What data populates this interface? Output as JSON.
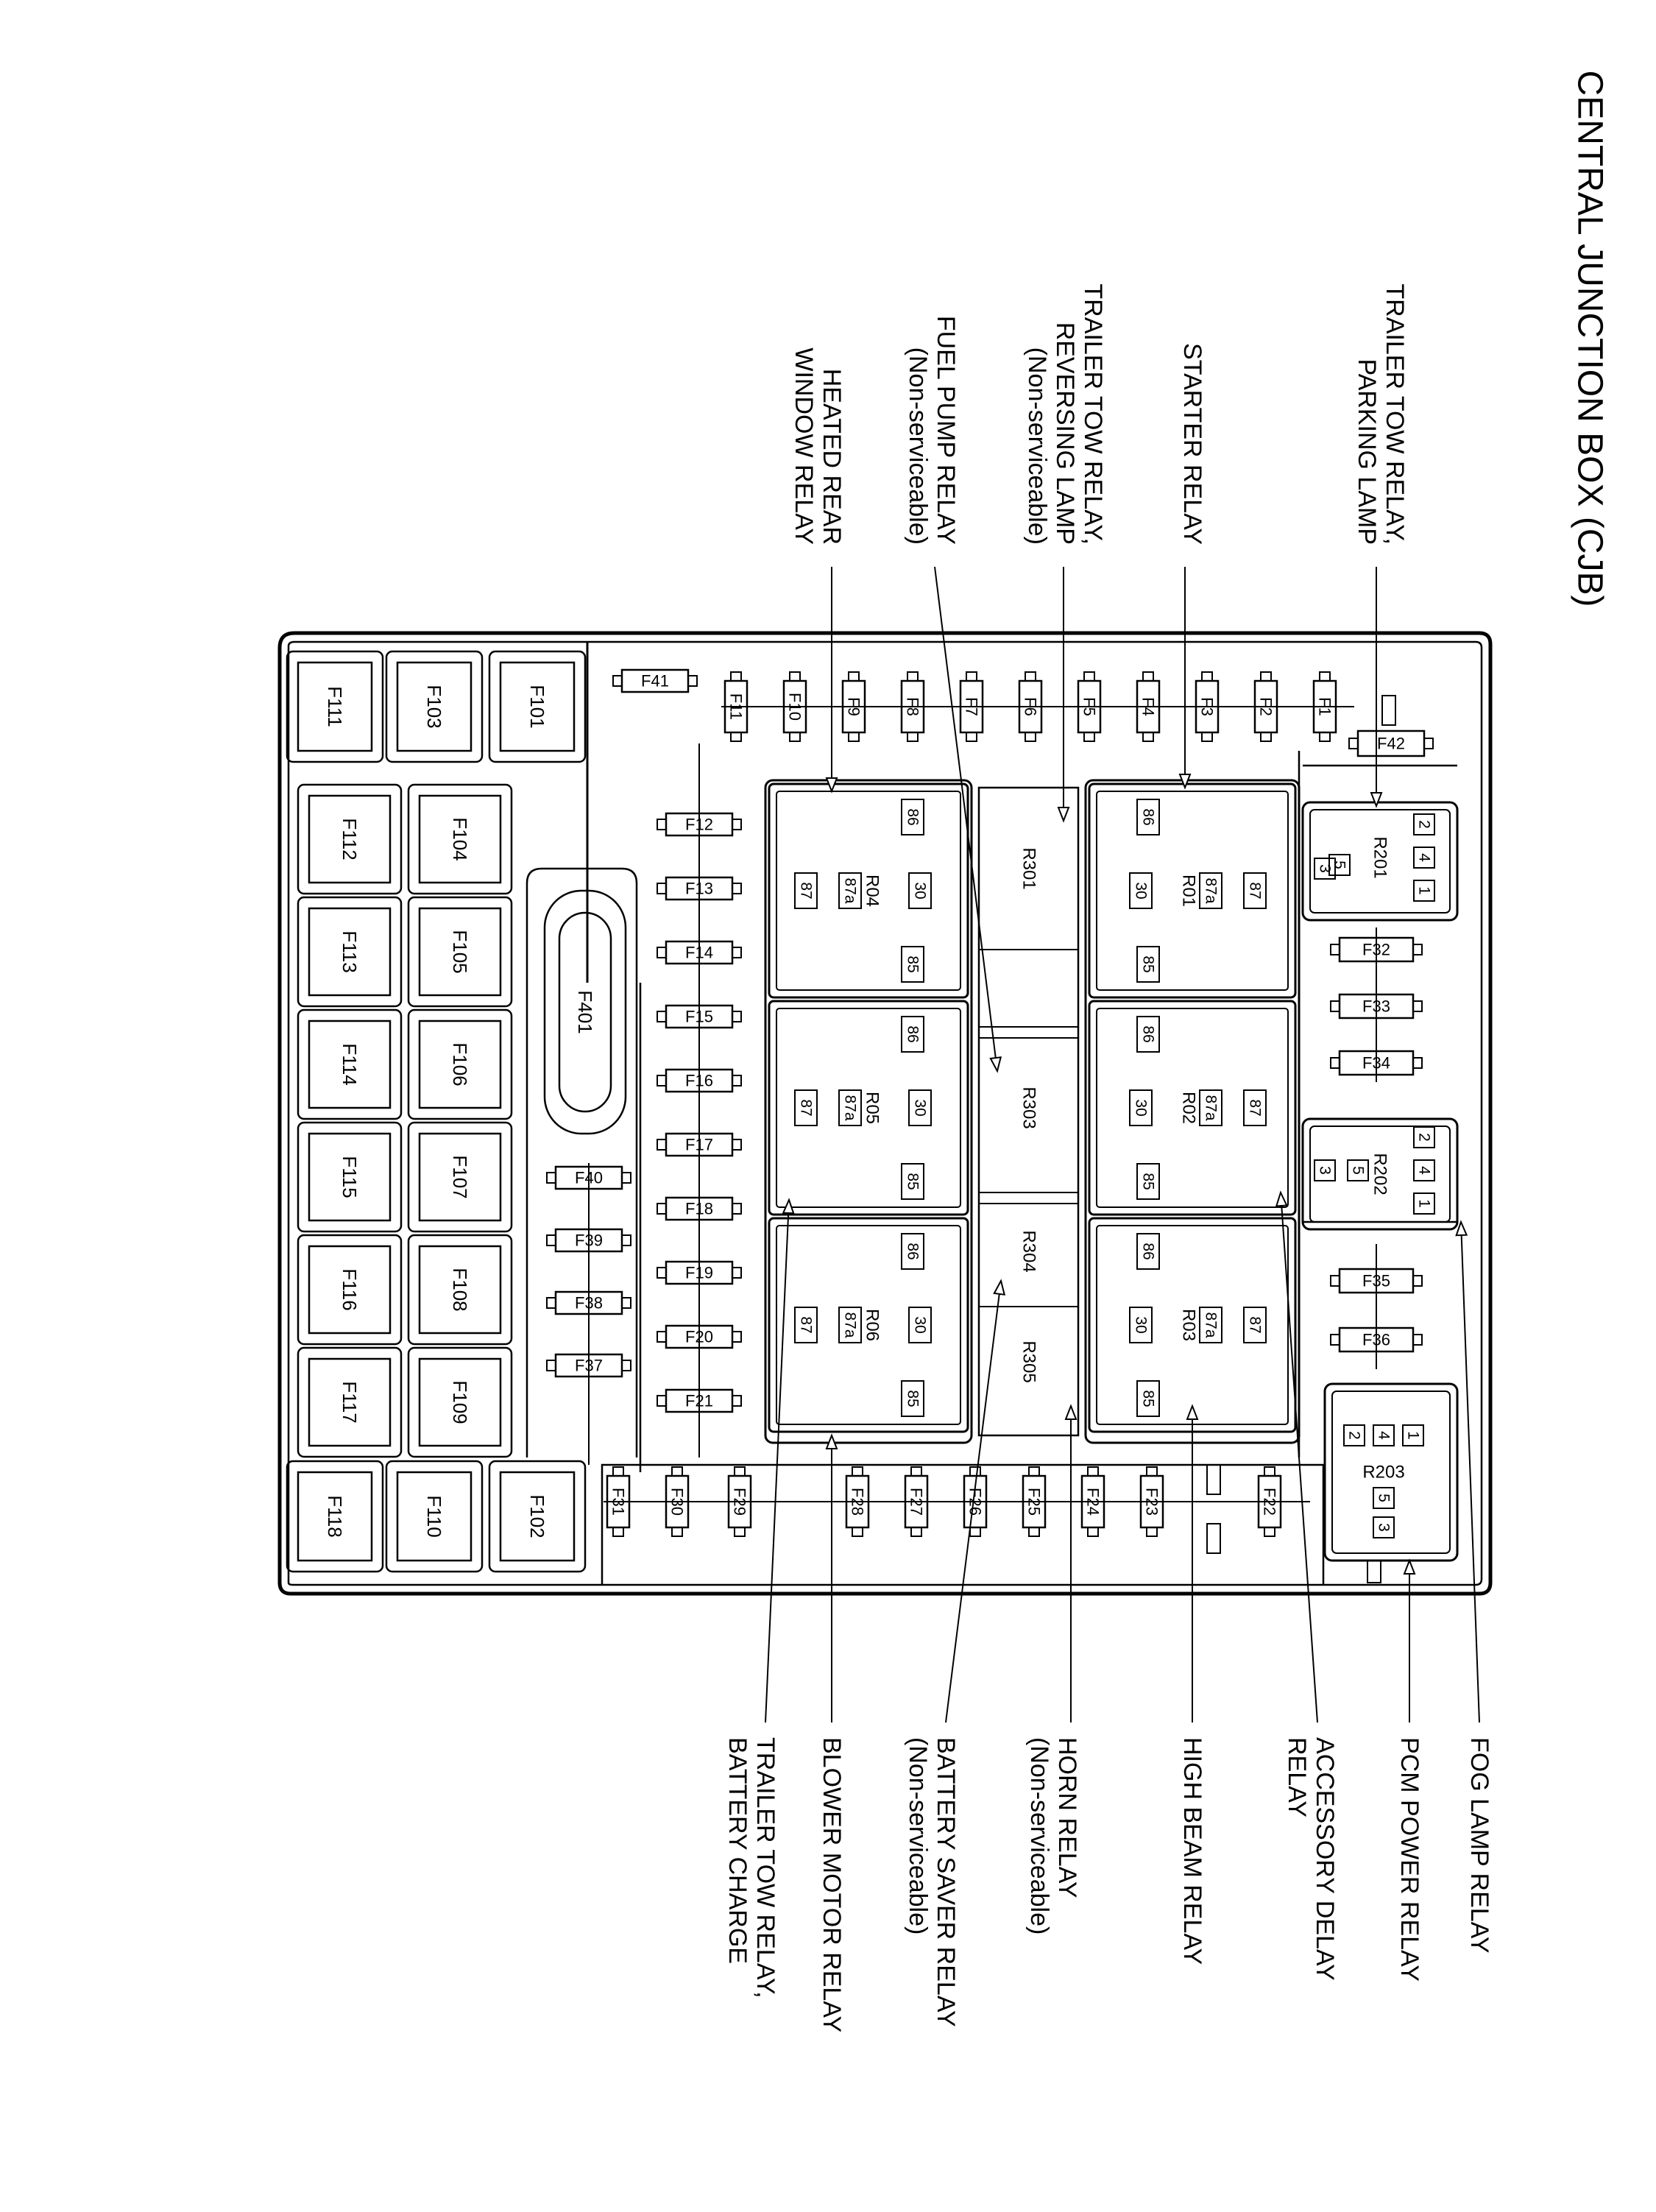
{
  "title": "CENTRAL JUNCTION BOX (CJB)",
  "callouts_top": [
    {
      "lines": [
        "TRAILER TOW RELAY,",
        "PARKING LAMP"
      ]
    },
    {
      "lines": [
        "STARTER RELAY"
      ]
    },
    {
      "lines": [
        "TRAILER TOW RELAY,",
        "REVERSING LAMP",
        "(Non-serviceable)"
      ]
    },
    {
      "lines": [
        "FUEL PUMP RELAY",
        "(Non-serviceable)"
      ]
    },
    {
      "lines": [
        "HEATED REAR",
        "WINDOW RELAY"
      ]
    }
  ],
  "callouts_bottom": [
    {
      "lines": [
        "FOG LAMP RELAY"
      ]
    },
    {
      "lines": [
        "PCM POWER RELAY"
      ]
    },
    {
      "lines": [
        "ACCESSORY DELAY",
        "RELAY"
      ]
    },
    {
      "lines": [
        "HIGH BEAM RELAY"
      ]
    },
    {
      "lines": [
        "HORN RELAY",
        "(Non-serviceable)"
      ]
    },
    {
      "lines": [
        "BATTERY SAVER RELAY",
        "(Non-serviceable)"
      ]
    },
    {
      "lines": [
        "BLOWER MOTOR RELAY"
      ]
    },
    {
      "lines": [
        "TRAILER TOW RELAY,",
        "BATTERY CHARGE"
      ]
    }
  ],
  "maxi_fuses": {
    "top": [
      "F111",
      "F103",
      "F101"
    ],
    "grid": [
      [
        "F112",
        "F104"
      ],
      [
        "F113",
        "F105"
      ],
      [
        "F114",
        "F106"
      ],
      [
        "F115",
        "F107"
      ],
      [
        "F116",
        "F108"
      ],
      [
        "F117",
        "F109"
      ]
    ],
    "bottom": [
      "F118",
      "F110",
      "F102"
    ]
  },
  "mega_fuse": "F401",
  "f41": "F41",
  "f42": "F42",
  "top_row_fuses": [
    "F11",
    "F10",
    "F9",
    "F8",
    "F7",
    "F6",
    "F5",
    "F4",
    "F3",
    "F2",
    "F1"
  ],
  "middle_column_fuses": [
    "F12",
    "F13",
    "F14",
    "F15",
    "F16",
    "F17",
    "F18",
    "F19",
    "F20",
    "F21"
  ],
  "left_small_fuses": [
    "F40",
    "F39",
    "F38",
    "F37"
  ],
  "bottom_row_fuses": [
    "F31",
    "F30",
    "F29",
    "F28",
    "F27",
    "F26",
    "F25",
    "F24",
    "F23",
    "F22"
  ],
  "right_fuses_upper": [
    "F32",
    "F33",
    "F34"
  ],
  "right_fuses_lower": [
    "F35",
    "F36"
  ],
  "relays_left_column": [
    "R04",
    "R05",
    "R06"
  ],
  "relays_right_column": [
    "R01",
    "R02",
    "R03"
  ],
  "relay_pins": [
    "86",
    "87a",
    "87",
    "30",
    "85"
  ],
  "center_relays": [
    "R301",
    "R303",
    "R304",
    "R305"
  ],
  "mini_relays": [
    {
      "name": "R201",
      "pins": [
        "2",
        "4",
        "1",
        "5",
        "3"
      ]
    },
    {
      "name": "R202",
      "pins": [
        "2",
        "4",
        "1",
        "5",
        "3"
      ]
    },
    {
      "name": "R203",
      "pins": [
        "2",
        "4",
        "1",
        "5",
        "3"
      ]
    }
  ]
}
